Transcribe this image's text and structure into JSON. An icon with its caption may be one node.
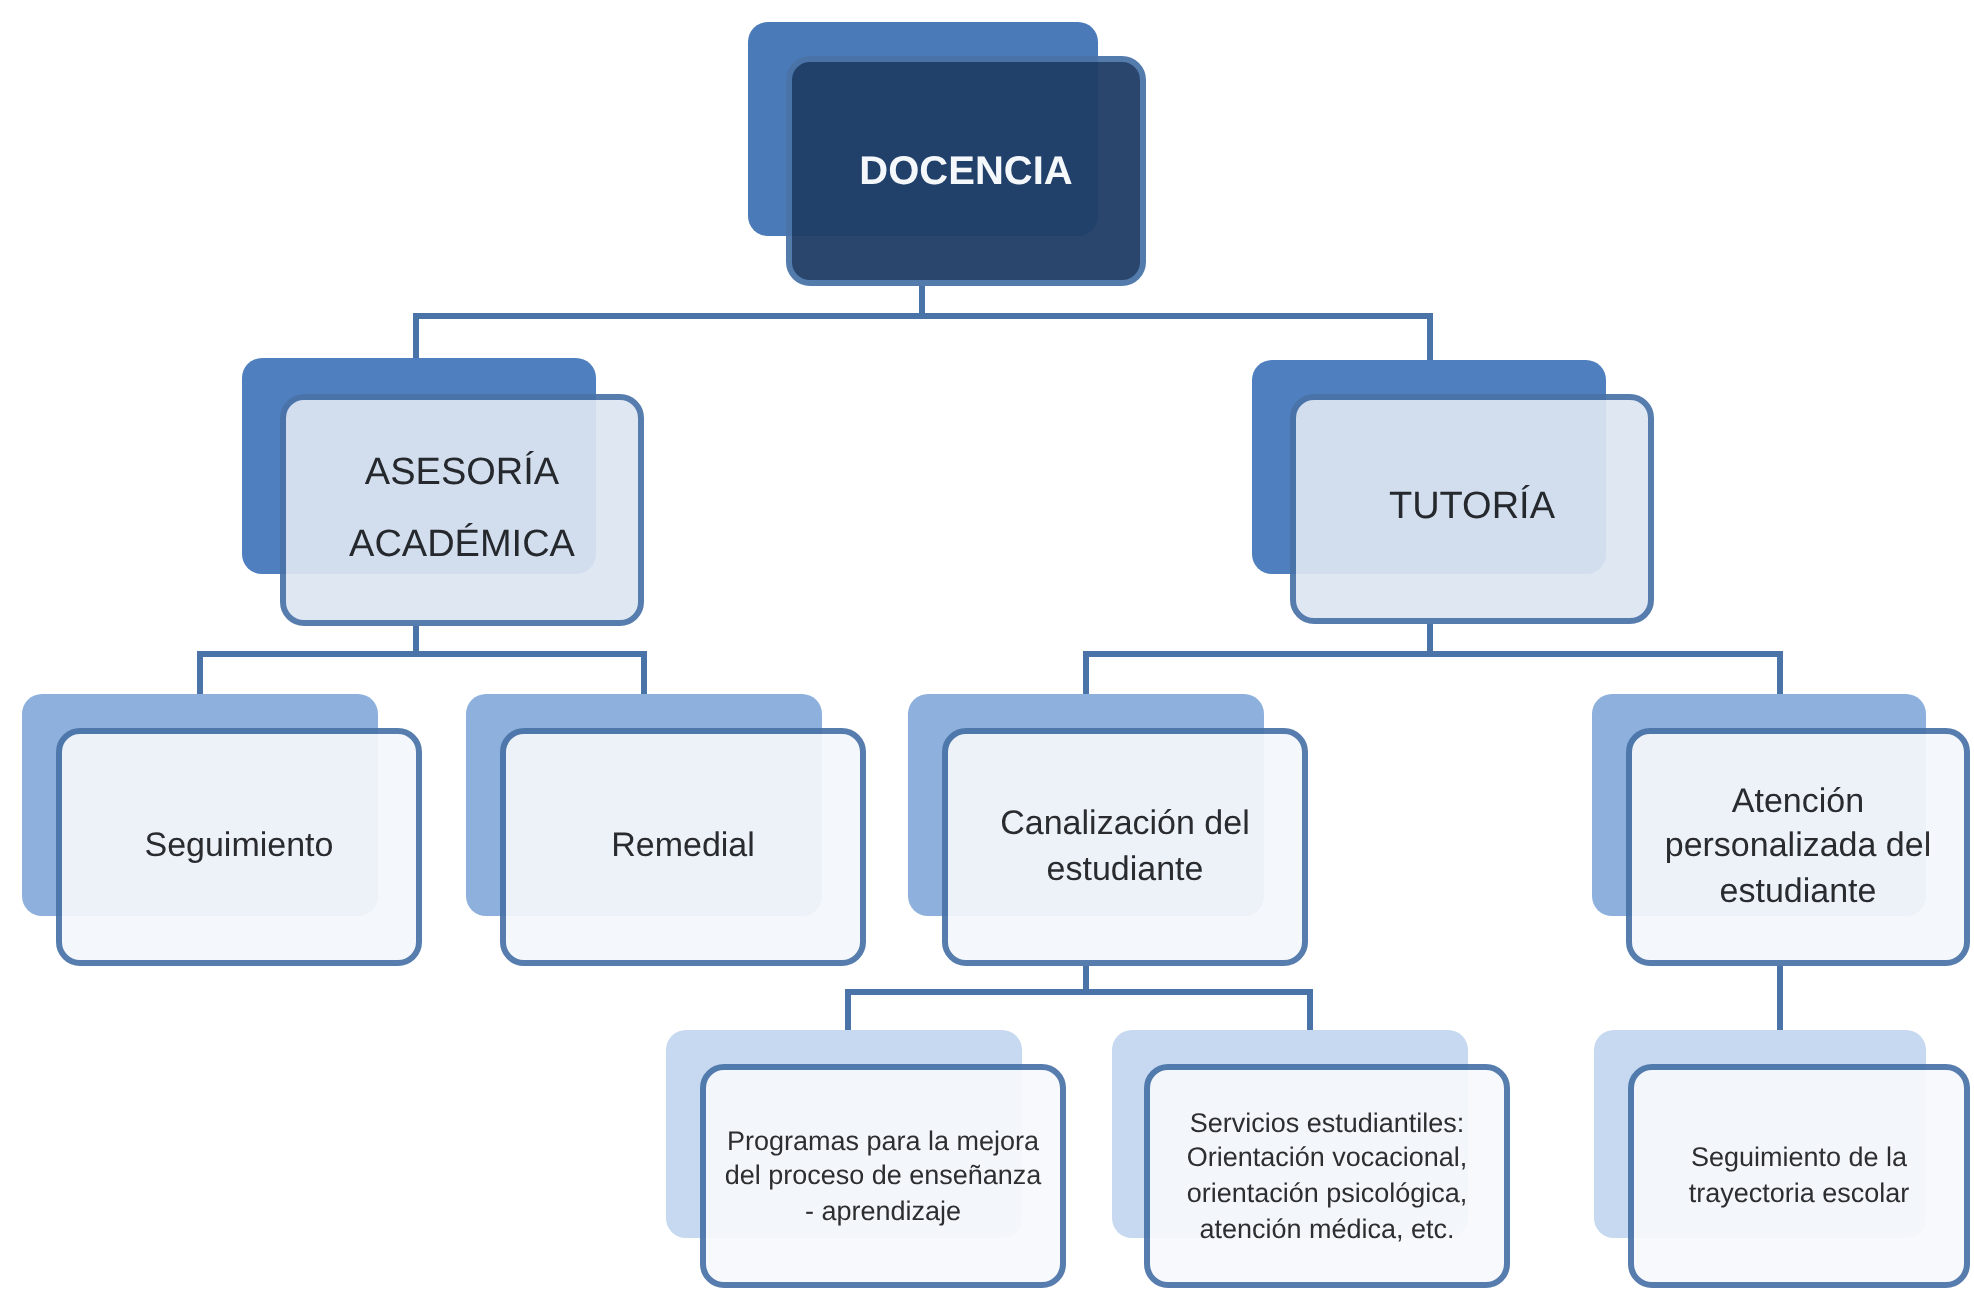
{
  "diagram": {
    "nodes": [
      {
        "text": [
          "DOCENCIA"
        ]
      },
      {
        "text": [
          "ASESORÍA ACADÉMICA"
        ]
      },
      {
        "text": [
          "TUTORÍA"
        ]
      },
      {
        "text": [
          "Seguimiento"
        ]
      },
      {
        "text": [
          "Remedial"
        ]
      },
      {
        "text": [
          "Canalización del estudiante"
        ]
      },
      {
        "text": [
          "Atención personalizada del estudiante"
        ]
      },
      {
        "text": [
          "Programas para la mejora del proceso de enseñanza - aprendizaje"
        ]
      },
      {
        "text": [
          "Servicios estudiantiles: Orientación vocacional, orientación psicológica, atención médica, etc."
        ]
      },
      {
        "text": [
          "Seguimiento de la trayectoria escolar"
        ]
      }
    ],
    "edges": [
      {
        "from": 0,
        "to": 1,
        "arrow": "none"
      },
      {
        "from": 0,
        "to": 2,
        "arrow": "none"
      },
      {
        "from": 1,
        "to": 3,
        "arrow": "none"
      },
      {
        "from": 1,
        "to": 4,
        "arrow": "none"
      },
      {
        "from": 2,
        "to": 5,
        "arrow": "none"
      },
      {
        "from": 2,
        "to": 6,
        "arrow": "none"
      },
      {
        "from": 5,
        "to": 7,
        "arrow": "none"
      },
      {
        "from": 5,
        "to": 8,
        "arrow": "none"
      },
      {
        "from": 6,
        "to": 9,
        "arrow": "none"
      }
    ]
  }
}
